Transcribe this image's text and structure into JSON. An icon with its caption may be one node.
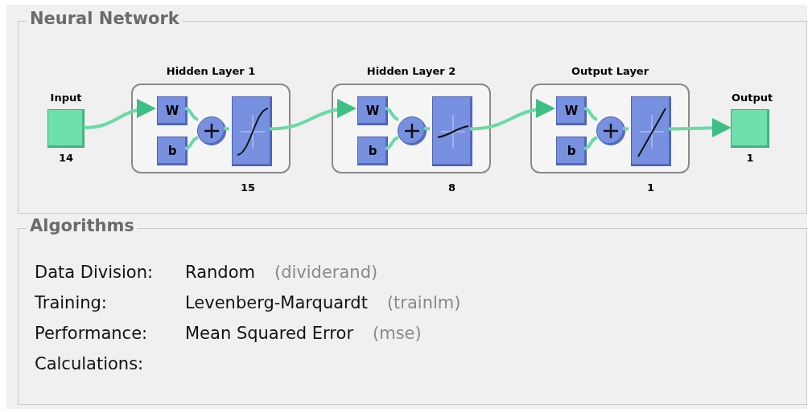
{
  "diagram": {
    "nodes": [
      {
        "text": [
          "Neural Network"
        ]
      },
      {
        "text": [
          "Input"
        ],
        "beside": [
          "14"
        ],
        "in": 0
      },
      {
        "text": [
          "Hidden Layer 1"
        ],
        "beside": [
          "15"
        ],
        "in": 0
      },
      {
        "text": [
          "W"
        ],
        "in": 2
      },
      {
        "text": [
          "b"
        ],
        "in": 2
      },
      {
        "text": [],
        "shape": "circle",
        "in": 2
      },
      {
        "text": [],
        "shape": "box",
        "in": 2
      },
      {
        "text": [
          "Hidden Layer 2"
        ],
        "beside": [
          "8"
        ],
        "in": 0
      },
      {
        "text": [
          "W"
        ],
        "in": 7
      },
      {
        "text": [
          "b"
        ],
        "in": 7
      },
      {
        "text": [],
        "shape": "circle",
        "in": 7
      },
      {
        "text": [],
        "shape": "box",
        "in": 7
      },
      {
        "text": [
          "Output Layer"
        ],
        "beside": [
          "1"
        ],
        "in": 0
      },
      {
        "text": [
          "W"
        ],
        "in": 12
      },
      {
        "text": [
          "b"
        ],
        "in": 12
      },
      {
        "text": [],
        "shape": "circle",
        "in": 12
      },
      {
        "text": [],
        "shape": "box",
        "in": 12
      },
      {
        "text": [
          "Output"
        ],
        "beside": [
          "1"
        ],
        "in": 0
      },
      {
        "text": [
          "Algorithms"
        ]
      }
    ],
    "edges": [
      {
        "from": 1,
        "to": 3,
        "arrow": "to"
      },
      {
        "from": 3,
        "to": 5,
        "arrow": "none"
      },
      {
        "from": 4,
        "to": 5,
        "arrow": "none"
      },
      {
        "from": 5,
        "to": 6,
        "arrow": "none"
      },
      {
        "from": 6,
        "to": 8,
        "arrow": "to"
      },
      {
        "from": 8,
        "to": 10,
        "arrow": "none"
      },
      {
        "from": 9,
        "to": 10,
        "arrow": "none"
      },
      {
        "from": 10,
        "to": 11,
        "arrow": "none"
      },
      {
        "from": 11,
        "to": 13,
        "arrow": "to"
      },
      {
        "from": 13,
        "to": 15,
        "arrow": "none"
      },
      {
        "from": 14,
        "to": 15,
        "arrow": "none"
      },
      {
        "from": 15,
        "to": 16,
        "arrow": "none"
      },
      {
        "from": 16,
        "to": 17,
        "arrow": "to"
      }
    ],
    "labels": [
      "Data Division:",
      "Random",
      "(dividerand)",
      "Training:",
      "Levenberg-Marquardt",
      "(trainlm)",
      "Performance:",
      "Mean Squared Error",
      "(mse)",
      "Calculations:"
    ]
  }
}
